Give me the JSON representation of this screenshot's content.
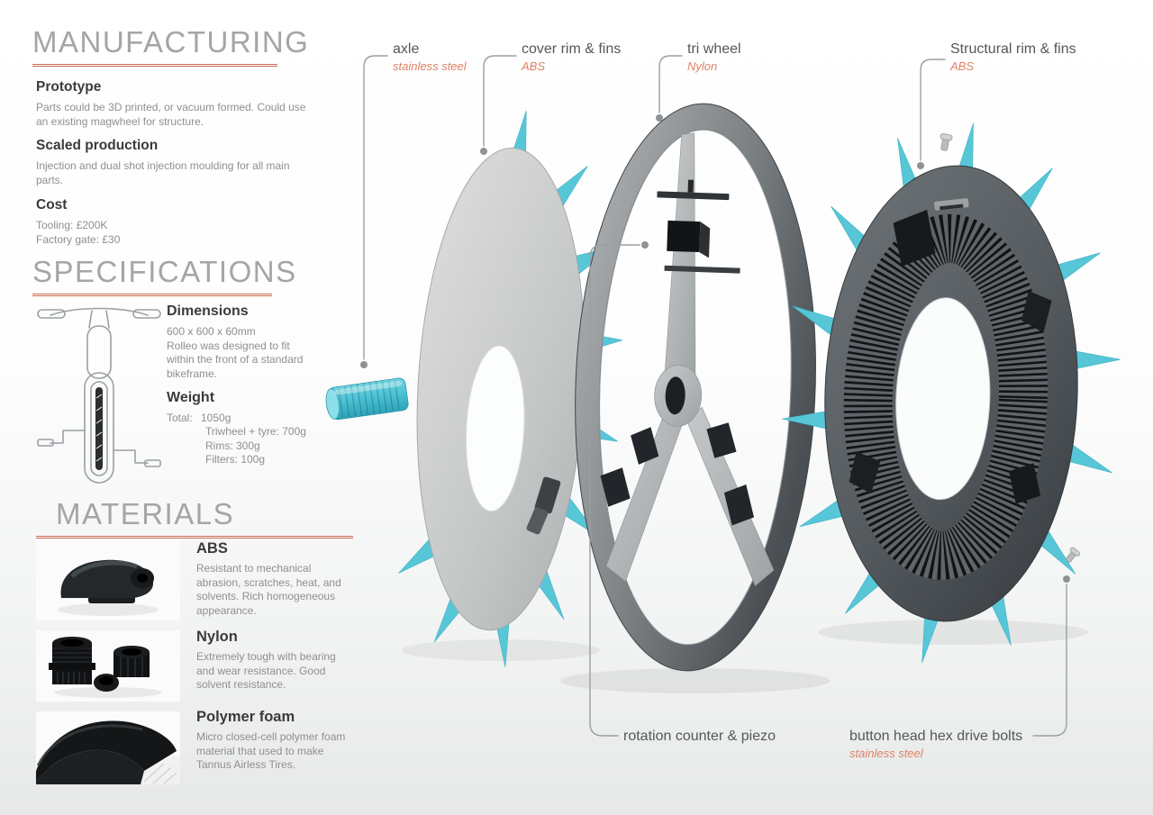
{
  "colors": {
    "accent_cyan": "#57c7d8",
    "accent_salmon": "#dd8263",
    "heading_gray": "#a5a5a5",
    "underline_red": "#c96d52"
  },
  "sections": {
    "manufacturing": {
      "heading": "MANUFACTURING",
      "items": [
        {
          "title": "Prototype",
          "body": "Parts could be 3D printed, or vacuum formed. Could use an existing magwheel for structure."
        },
        {
          "title": "Scaled production",
          "body": "Injection and dual shot injection moulding for all main parts."
        },
        {
          "title": "Cost",
          "body": "Tooling: £200K\nFactory gate: £30"
        }
      ]
    },
    "specifications": {
      "heading": "SPECIFICATIONS",
      "dimensions_title": "Dimensions",
      "dimensions_body": "600 x 600 x 60mm\nRolleo was designed to fit within the front of a standard bikeframe.",
      "weight_title": "Weight",
      "weight_total_label": "Total:",
      "weight_total_value": "1050g",
      "weight_lines": "Triwheel + tyre: 700g\nRims: 300g\nFilters: 100g"
    },
    "materials": {
      "heading": "MATERIALS",
      "items": [
        {
          "name": "ABS",
          "desc": "Resistant to mechanical abrasion, scratches, heat, and solvents. Rich homogeneous appearance."
        },
        {
          "name": "Nylon",
          "desc": "Extremely tough with bearing and wear resistance. Good solvent resistance."
        },
        {
          "name": "Polymer foam",
          "desc": "Micro closed-cell polymer foam material that used to make Tannus Airless Tires."
        }
      ]
    }
  },
  "diagram": {
    "labels": {
      "axle": {
        "name": "axle",
        "material": "stainless steel"
      },
      "cover": {
        "name": "cover rim & fins",
        "material": "ABS"
      },
      "tri": {
        "name": "tri wheel",
        "material": "Nylon"
      },
      "structural": {
        "name": "Structural rim & fins",
        "material": "ABS"
      },
      "rotation": {
        "name": "rotation counter & piezo"
      },
      "bolts": {
        "name": "button head hex drive bolts",
        "material": "stainless steel"
      }
    }
  }
}
